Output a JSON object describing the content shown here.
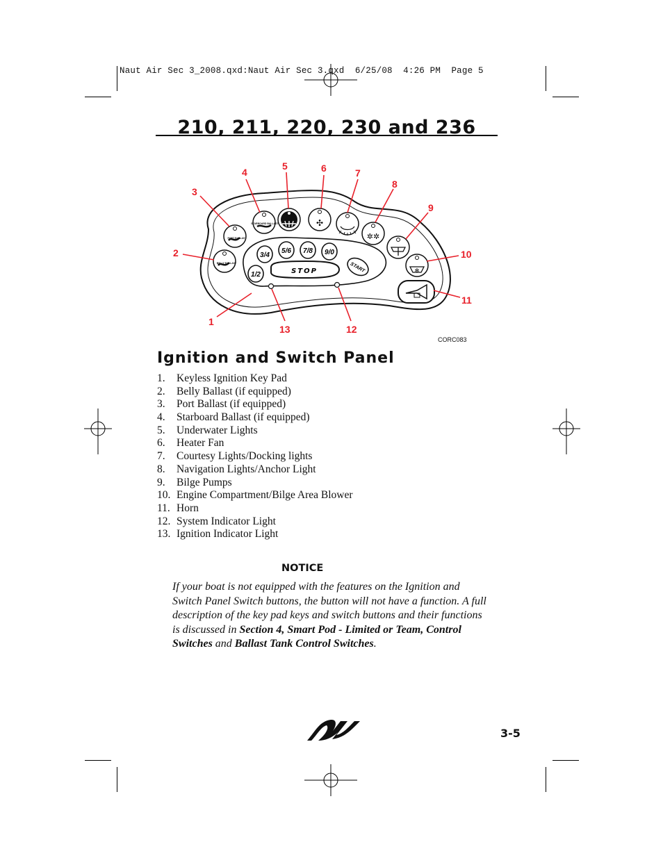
{
  "slug_line": "Naut Air Sec 3_2008.qxd:Naut Air Sec 3.qxd  6/25/08  4:26 PM  Page 5",
  "page_title": "210, 211, 220, 230 and 236",
  "diagram": {
    "figure_code": "CORC083",
    "callouts": [
      "1",
      "2",
      "3",
      "4",
      "5",
      "6",
      "7",
      "8",
      "9",
      "10",
      "11",
      "12",
      "13"
    ],
    "keys": [
      "3/4",
      "5/6",
      "7/8",
      "9/0",
      "1/2"
    ],
    "stop_label": "STOP",
    "start_label": "START",
    "button_text": {
      "belly": "BELLY BALLAST",
      "port": "PORT BALLAST",
      "starboard": "STARBOARD BALLAST"
    }
  },
  "section_title": "Ignition and Switch Panel",
  "items": [
    {
      "num": "1.",
      "text": "Keyless Ignition Key Pad"
    },
    {
      "num": "2.",
      "text": "Belly Ballast (if equipped)"
    },
    {
      "num": "3.",
      "text": "Port Ballast (if equipped)"
    },
    {
      "num": "4.",
      "text": "Starboard Ballast (if equipped)"
    },
    {
      "num": "5.",
      "text": "Underwater Lights"
    },
    {
      "num": "6.",
      "text": "Heater Fan"
    },
    {
      "num": "7.",
      "text": "Courtesy Lights/Docking lights"
    },
    {
      "num": "8.",
      "text": "Navigation Lights/Anchor Light"
    },
    {
      "num": "9.",
      "text": "Bilge Pumps"
    },
    {
      "num": "10.",
      "text": "Engine Compartment/Bilge Area Blower"
    },
    {
      "num": "11.",
      "text": "Horn"
    },
    {
      "num": "12.",
      "text": "System Indicator Light"
    },
    {
      "num": "13.",
      "text": "Ignition Indicator Light"
    }
  ],
  "notice": {
    "heading": "NOTICE",
    "text1": "If your boat is not equipped with the features on the Ignition and Switch Panel Switch buttons, the button will not have a function. A full description of the key pad keys and switch buttons and their functions is discussed in ",
    "bold1": "Section 4, Smart Pod - Limited or Team, Control Switches",
    "text2": " and ",
    "bold2": "Ballast Tank Control Switches",
    "text3": "."
  },
  "page_number": "3-5",
  "colors": {
    "callout": "#e8202a",
    "ink": "#111111"
  }
}
